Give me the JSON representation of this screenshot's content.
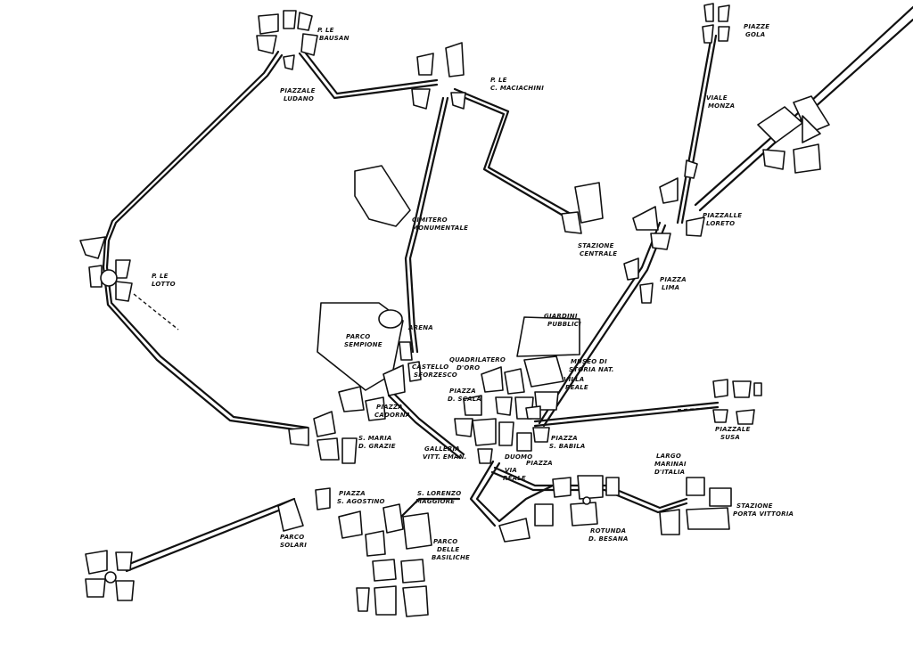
{
  "map": {
    "colors": {
      "ink": "#111111",
      "paper": "#ffffff"
    },
    "labels": {
      "p_le_bausan": [
        "P. LE",
        "BAUSAN"
      ],
      "p_le_maciachini": [
        "P. LE",
        "C. MACIACHINI"
      ],
      "piazzale_ludano": [
        "PIAZZALE",
        "LUDANO"
      ],
      "piazze_gola": [
        "PIAZZE",
        "GOLA"
      ],
      "viale_monza": [
        "VIALE",
        "MONZA"
      ],
      "piazzale_loreto": [
        "PIAZZALLE",
        "LORETO"
      ],
      "cimitero_monumentale": [
        "CIMITERO",
        "MONUMENTALE"
      ],
      "stazione_centrale": [
        "STAZIONE",
        "CENTRALE"
      ],
      "p_le_lotto": [
        "P. LE",
        "LOTTO"
      ],
      "piazza_lima": [
        "PIAZZA",
        "LIMA"
      ],
      "giardini_pubblici": [
        "GIARDINI",
        "PUBBLICI"
      ],
      "arena": [
        "ARENA"
      ],
      "parco_sempione": [
        "PARCO",
        "SEMPIONE"
      ],
      "quadrilatero_doro": [
        "QUADRILATERO",
        "D'ORO"
      ],
      "museo_storia": [
        "MUSEO DI",
        "STORIA NAT."
      ],
      "castello_sforzesco": [
        "CASTELLO",
        "SFORZESCO"
      ],
      "villa_reale": [
        "VILLA",
        "REALE"
      ],
      "piazza_scala": [
        "PIAZZA",
        "D. SCALA"
      ],
      "piazza_cadorna": [
        "PIAZZA",
        "CADORNA"
      ],
      "piazzale_susa": [
        "PIAZZALE",
        "SUSA"
      ],
      "piazza_s_babila": [
        "PIAZZA",
        "S. BABILA"
      ],
      "s_maria_grazie": [
        "S. MARIA",
        "D. GRAZIE"
      ],
      "galleria": [
        "GALLERIA",
        "VITT. EMAN."
      ],
      "duomo": [
        "DUOMO"
      ],
      "piazza_duomo": [
        "PIAZZA"
      ],
      "via_reale": [
        "VIA",
        "REALE"
      ],
      "largo_marinai": [
        "LARGO",
        "MARINAI",
        "D'ITALIA"
      ],
      "piazza_s_agostino": [
        "PIAZZA",
        "S. AGOSTINO"
      ],
      "s_lorenzo": [
        "S. LORENZO",
        "MAGGIORE"
      ],
      "stazione_porta_vittoria": [
        "STAZIONE",
        "PORTA VITTORIA"
      ],
      "parco_solari": [
        "PARCO",
        "SOLARI"
      ],
      "parco_basiliche": [
        "PARCO",
        "DELLE",
        "BASILICHE"
      ],
      "rotunda_besana": [
        "ROTUNDA",
        "D. BESANA"
      ]
    }
  }
}
